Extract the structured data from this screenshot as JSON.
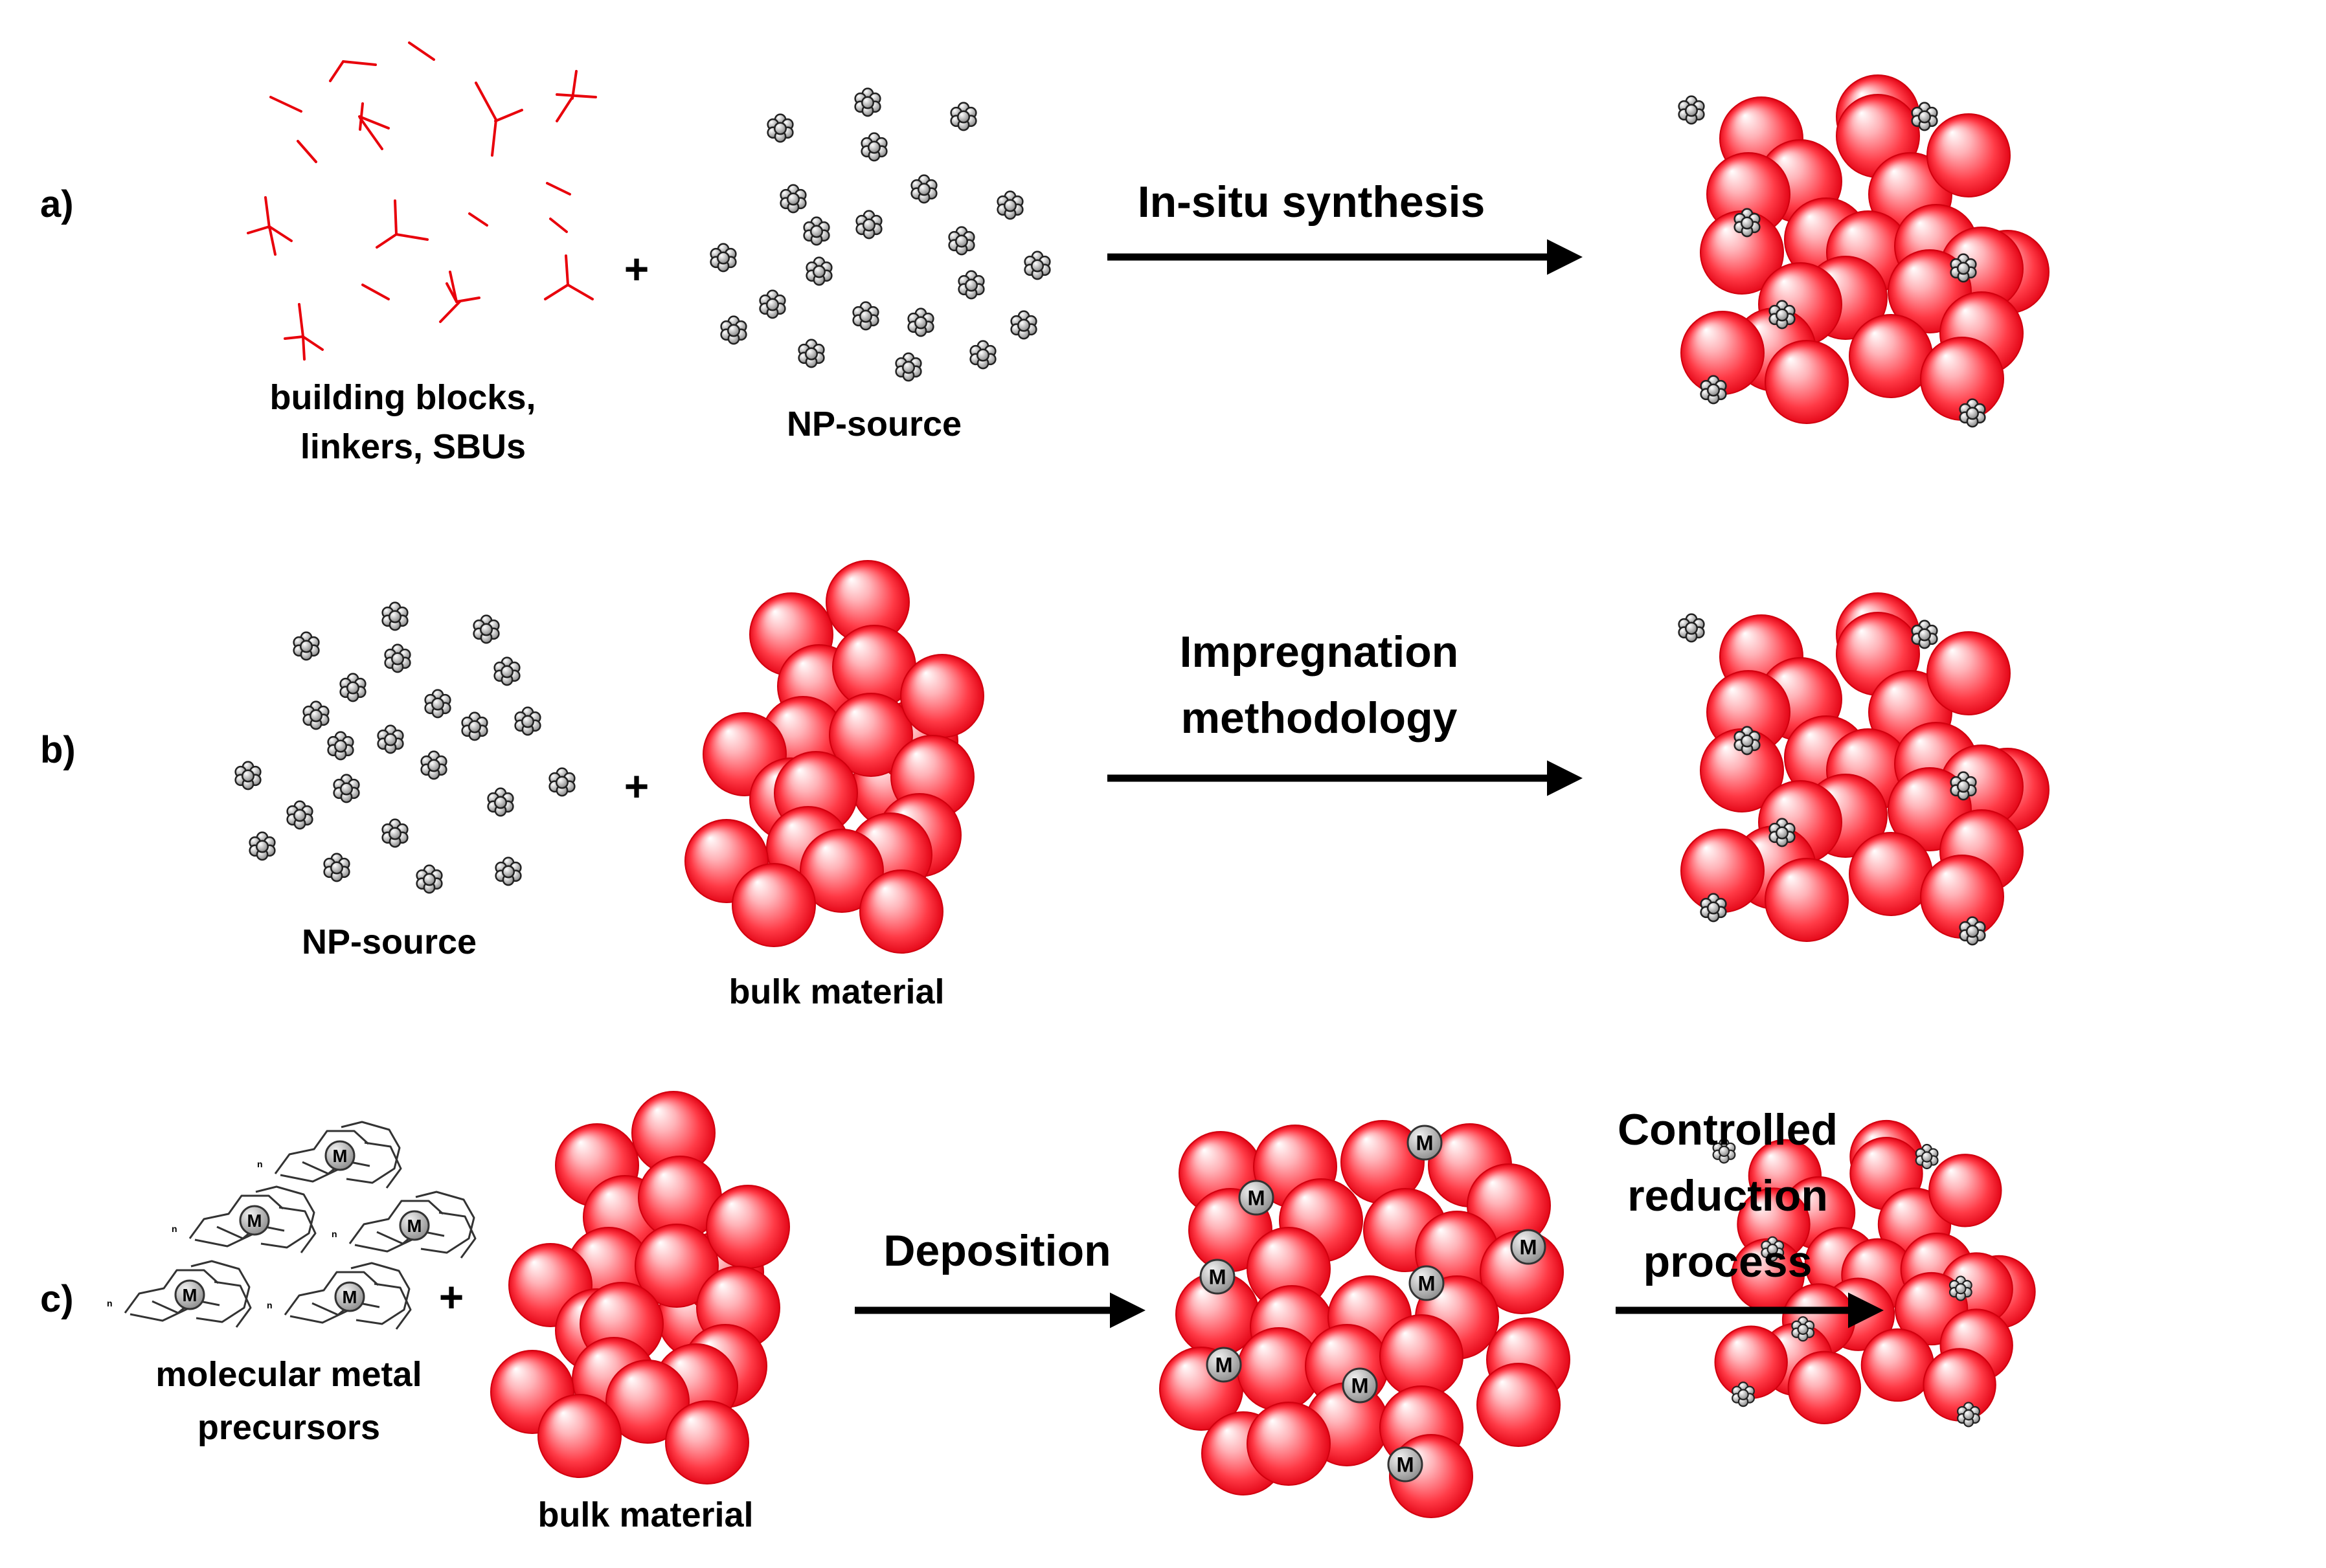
{
  "rows": [
    {
      "label": "a)",
      "inputs": [
        {
          "caption_lines": [
            "building blocks,",
            "linkers, SBUs"
          ]
        },
        {
          "caption_lines": [
            "NP-source"
          ]
        }
      ],
      "plus": "+",
      "steps": [
        {
          "label_lines": [
            "In-situ synthesis"
          ]
        }
      ]
    },
    {
      "label": "b)",
      "inputs": [
        {
          "caption_lines": [
            "NP-source"
          ]
        },
        {
          "caption_lines": [
            "bulk material"
          ]
        }
      ],
      "plus": "+",
      "steps": [
        {
          "label_lines": [
            "Impregnation",
            "methodology"
          ]
        }
      ]
    },
    {
      "label": "c)",
      "inputs": [
        {
          "caption_lines": [
            "molecular metal",
            "precursors"
          ]
        },
        {
          "caption_lines": [
            "bulk material"
          ]
        }
      ],
      "plus": "+",
      "steps": [
        {
          "label_lines": [
            "Deposition"
          ]
        },
        {
          "label_lines": [
            "Controlled",
            "reduction",
            "process"
          ]
        }
      ]
    }
  ],
  "metal_symbol": "M",
  "precursor_count_label": "n",
  "colors": {
    "sphere_light": "#ffffff",
    "sphere_mid": "#ff9aa0",
    "sphere_main": "#ff2b38",
    "sphere_edge": "#d8000c",
    "linker": "#e8000b",
    "arrow": "#000000",
    "metal_atom": "#a8a8a8"
  }
}
